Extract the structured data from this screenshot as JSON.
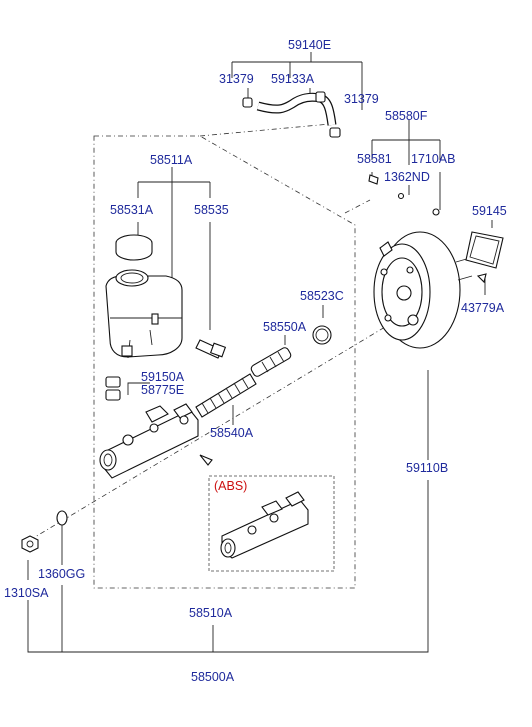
{
  "labels": {
    "p59140E": "59140E",
    "p31379a": "31379",
    "p59133A": "59133A",
    "p31379b": "31379",
    "p58580F": "58580F",
    "p58581": "58581",
    "p1710AB": "1710AB",
    "p1362ND": "1362ND",
    "p59145": "59145",
    "p43779A": "43779A",
    "p58511A": "58511A",
    "p58531A": "58531A",
    "p58535": "58535",
    "p58523C": "58523C",
    "p58550A": "58550A",
    "p59150A": "59150A",
    "p58775E": "58775E",
    "p58540A": "58540A",
    "p59110B": "59110B",
    "abs": "(ABS)",
    "p1360GG": "1360GG",
    "p1310SA": "1310SA",
    "p58510A": "58510A",
    "p58500A": "58500A"
  },
  "colors": {
    "label": "#1f2a9c",
    "abs_label": "#cc1010",
    "line": "#222222"
  }
}
